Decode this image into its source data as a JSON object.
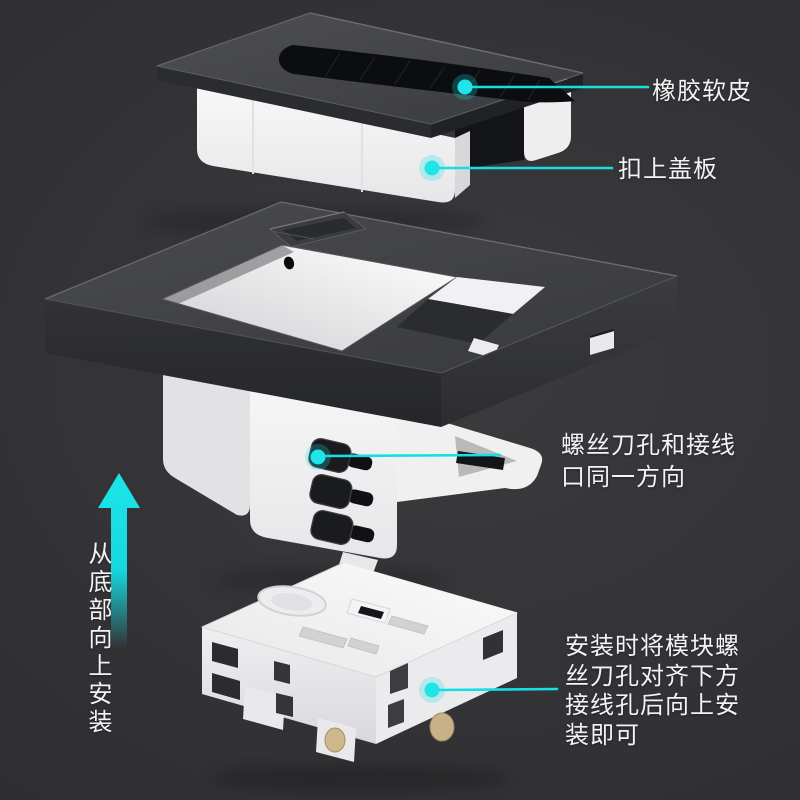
{
  "page": {
    "type": "product-installation-diagram",
    "subject": "desktop grommet socket module exploded view"
  },
  "labels": {
    "rubber": {
      "text": "橡胶软皮"
    },
    "cover": {
      "text": "扣上盖板"
    },
    "screw": {
      "lines": [
        "螺丝刀孔和接线",
        "口同一方向"
      ]
    },
    "install": {
      "lines": [
        "安装时将模块螺",
        "丝刀孔对齐下方",
        "接线孔后向上安",
        "装即可"
      ]
    },
    "direction": {
      "text": "从底部向上安装"
    }
  },
  "icons": {
    "up_arrow": {
      "name": "up-arrow-icon",
      "glyph": "↑",
      "meaning": "install upward from the bottom"
    },
    "callout_dot": {
      "name": "callout-dot-icon",
      "glyph": "●",
      "count": 4
    }
  },
  "colors": {
    "background": "#333336",
    "accent_cyan": "#16dfe3",
    "label_text": "#f2f3f4",
    "frame_gray": "#3f4044",
    "plastic_white": "#f2f2f4",
    "rubber_black": "#0d0e11",
    "brass": "#c8b186"
  }
}
